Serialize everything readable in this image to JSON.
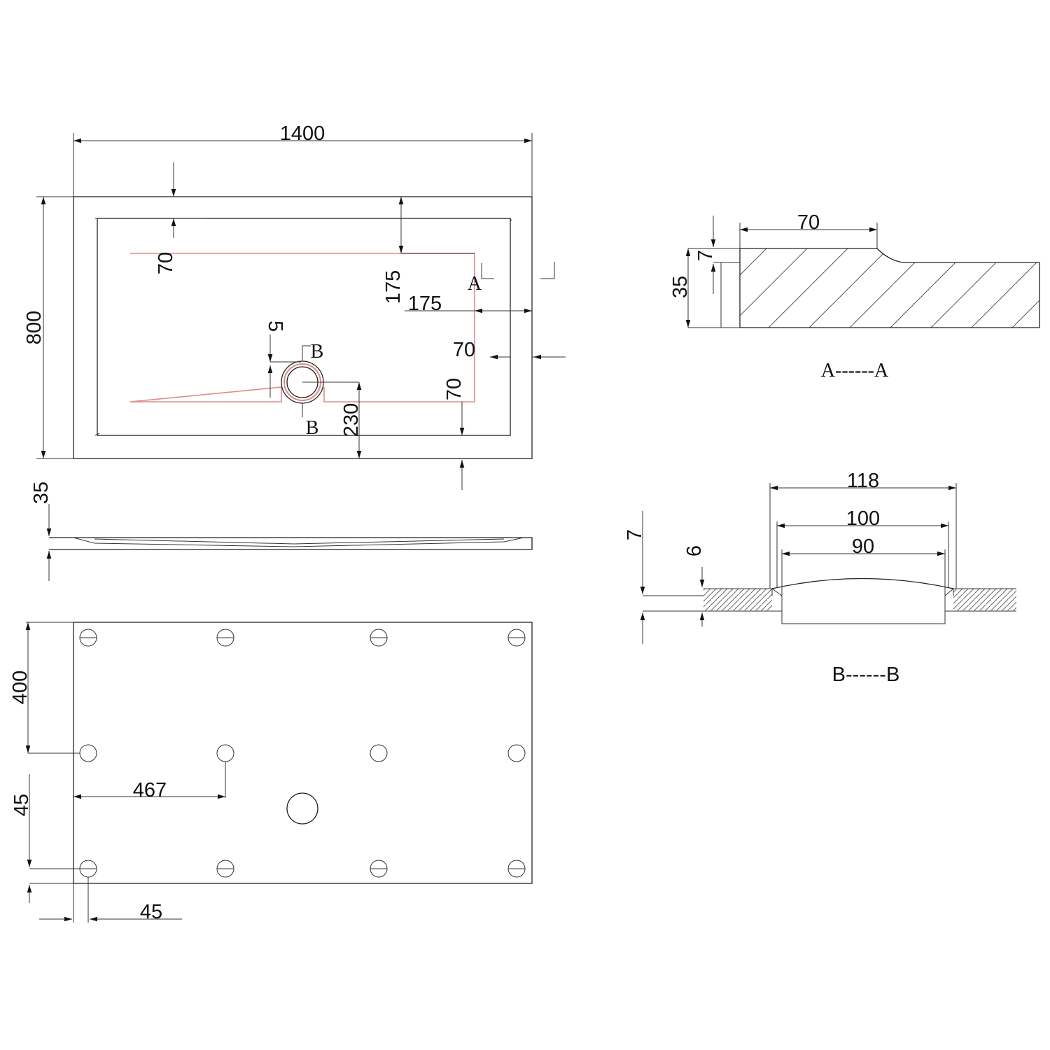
{
  "top_view": {
    "length": "1400",
    "width": "800",
    "inner_margin_top": "70",
    "red_offset_top": "175",
    "red_offset_right": "175",
    "inner_margin_right": "70",
    "inner_margin_bottom": "70",
    "drain_offset_bottom": "230",
    "drain_notch": "5",
    "section_a_label": "A",
    "section_b_label": "B"
  },
  "side_view": {
    "height": "35"
  },
  "bottom_view": {
    "foot_spacing_vertical": "400",
    "foot_spacing_horizontal": "467",
    "edge_offset_vertical": "45",
    "edge_offset_horizontal": "45"
  },
  "section_a": {
    "rim_width": "70",
    "step": "7",
    "thickness": "35",
    "title": "A------A"
  },
  "section_b": {
    "outer_diameter": "118",
    "mid_diameter": "100",
    "inner_diameter": "90",
    "depth": "7",
    "tray_thickness": "6",
    "title": "B------B"
  }
}
